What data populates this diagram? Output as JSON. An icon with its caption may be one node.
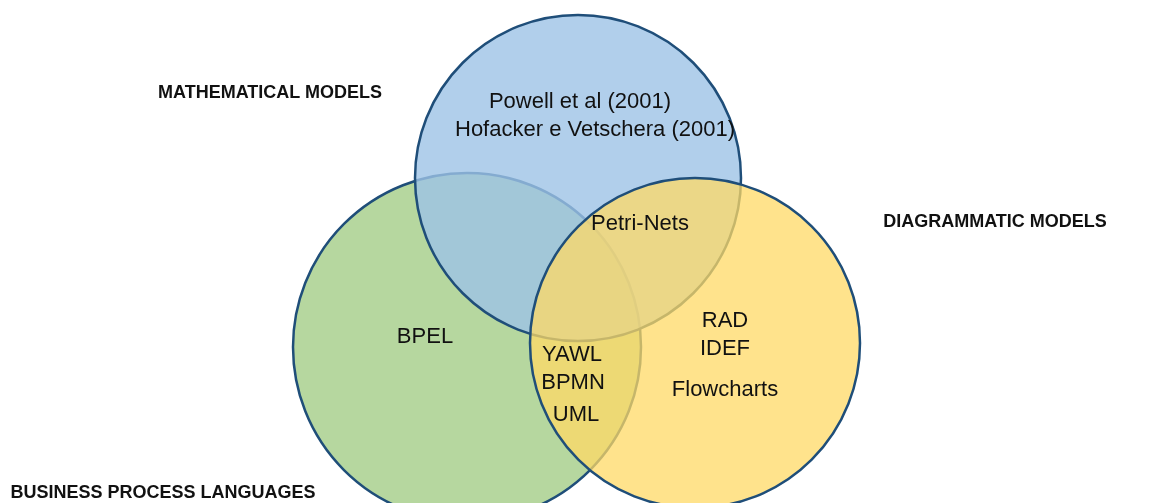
{
  "diagram": {
    "nodes": [
      {
        "text": [
          "MATHEMATICAL MODELS",
          "Powell et al (2001)",
          "Hofacker e Vetschera (2001)"
        ]
      },
      {
        "text": [
          "BUSINESS PROCESS LANGUAGES",
          "BPEL"
        ]
      },
      {
        "text": [
          "DIAGRAMMATIC MODELS",
          "RAD",
          "IDEF",
          "Flowcharts"
        ]
      }
    ],
    "edges": [],
    "labels": [
      "Petri-Nets",
      "YAWL",
      "BPMN",
      "UML"
    ]
  }
}
